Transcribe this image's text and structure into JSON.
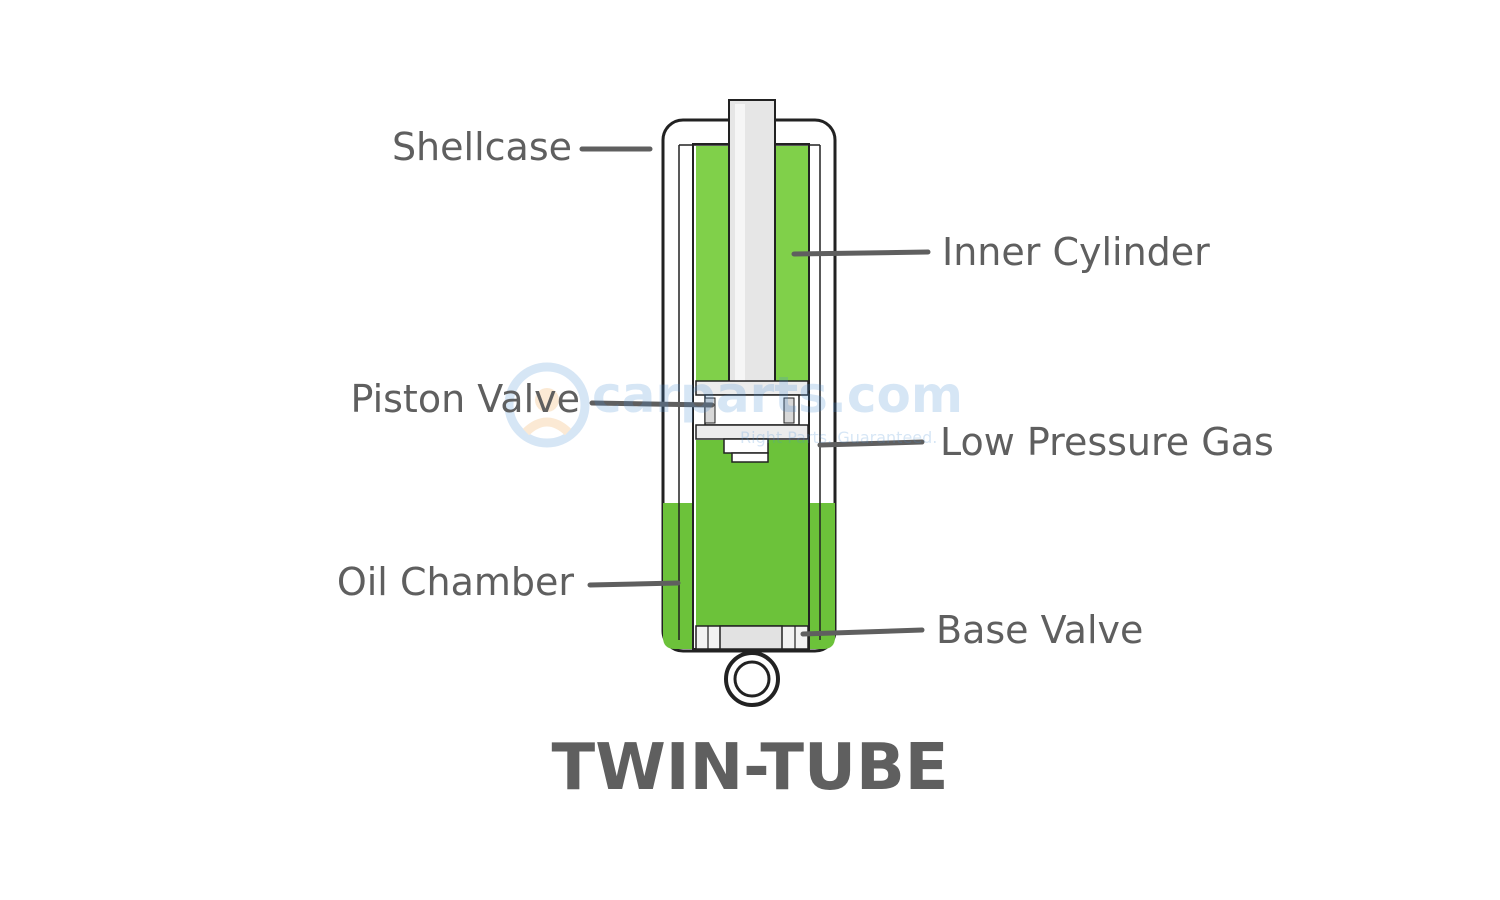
{
  "diagram": {
    "title": "TWIN-TUBE",
    "labels": {
      "shellcase": "Shellcase",
      "inner_cylinder": "Inner Cylinder",
      "piston_valve": "Piston Valve",
      "low_pressure_gas": "Low Pressure Gas",
      "oil_chamber": "Oil Chamber",
      "base_valve": "Base Valve"
    }
  },
  "watermark": {
    "brand": "carparts.com",
    "tagline": "Right Parts. Guaranteed."
  },
  "colors": {
    "oil_green": "#6cc23a",
    "oil_green_light": "#80d04a",
    "label_gray": "#5f5f5f",
    "rod_gray": "#e6e6e6",
    "outline": "#222222"
  }
}
